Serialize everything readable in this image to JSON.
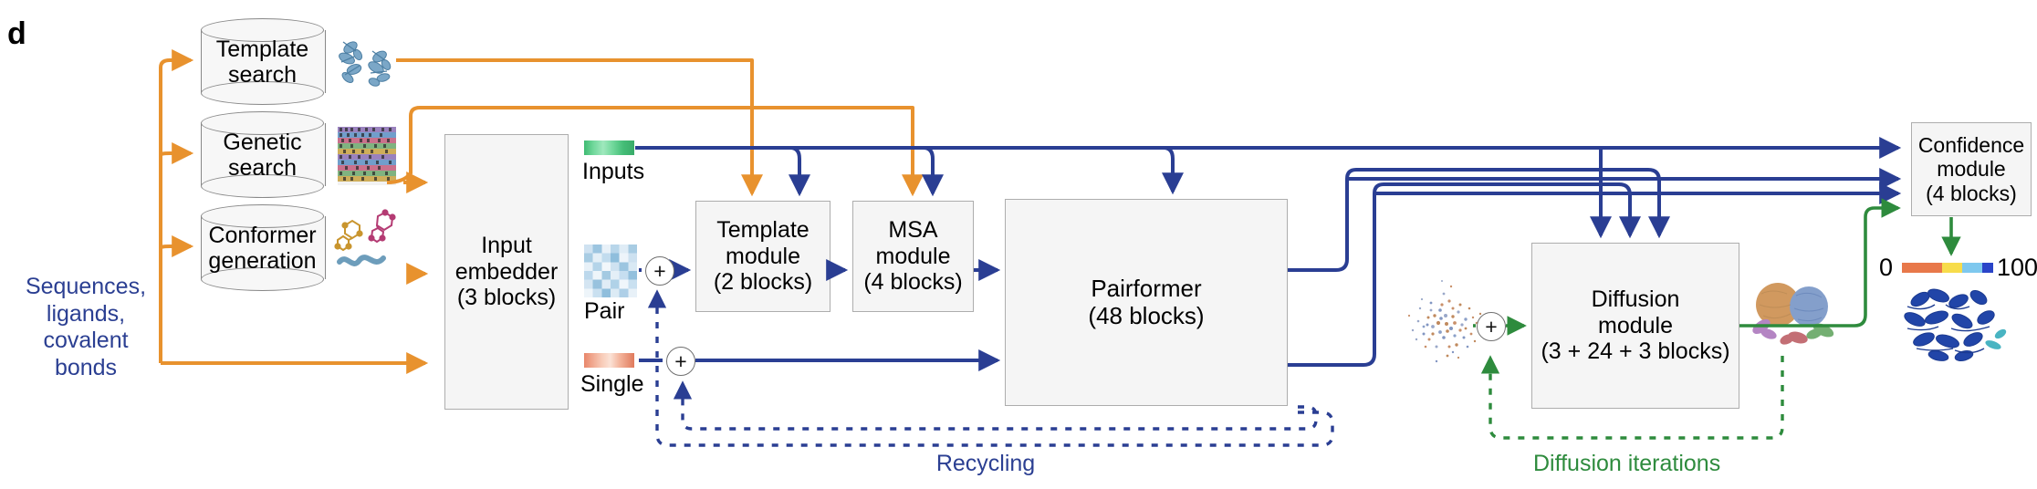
{
  "figure": {
    "panel_letter": "d",
    "type": "architecture-diagram",
    "title": "AlphaFold 3 model architecture"
  },
  "colors": {
    "orange": "#E8922E",
    "blue": "#2A3E93",
    "green": "#2E8B3D",
    "box_fill": "#F5F5F5",
    "box_border": "#ADADAD",
    "cyl_border": "#888888",
    "text": "#000000"
  },
  "inputs_label": {
    "text": "Sequences,\nligands,\ncovalent\nbonds",
    "lines": [
      "Sequences,",
      "ligands,",
      "covalent",
      "bonds"
    ],
    "color": "#2A3E93"
  },
  "databases": [
    {
      "id": "template-search",
      "lines": [
        "Template",
        "search"
      ],
      "thumb": "protein-template-icon"
    },
    {
      "id": "genetic-search",
      "lines": [
        "Genetic",
        "search"
      ],
      "thumb": "msa-alignment-icon"
    },
    {
      "id": "conformer-generation",
      "lines": [
        "Conformer",
        "generation"
      ],
      "thumb": "ligand-conformer-icon"
    }
  ],
  "modules": [
    {
      "id": "input-embedder",
      "title": "Input embedder",
      "lines": [
        "Input",
        "embedder",
        "(3 blocks)"
      ],
      "blocks": "3 blocks"
    },
    {
      "id": "template-module",
      "title": "Template module",
      "lines": [
        "Template",
        "module",
        "(2 blocks)"
      ],
      "blocks": "2 blocks"
    },
    {
      "id": "msa-module",
      "title": "MSA module",
      "lines": [
        "MSA",
        "module",
        "(4 blocks)"
      ],
      "blocks": "4 blocks"
    },
    {
      "id": "pairformer",
      "title": "Pairformer",
      "lines": [
        "Pairformer",
        "(48 blocks)"
      ],
      "blocks": "48 blocks"
    },
    {
      "id": "diffusion-module",
      "title": "Diffusion module",
      "lines": [
        "Diffusion",
        "module",
        "(3 + 24 + 3 blocks)"
      ],
      "blocks": "3 + 24 + 3 blocks"
    },
    {
      "id": "confidence-module",
      "title": "Confidence module",
      "lines": [
        "Confidence",
        "module",
        "(4 blocks)"
      ],
      "blocks": "4 blocks"
    }
  ],
  "representations": [
    {
      "id": "inputs",
      "label": "Inputs",
      "swatch": "green-gradient-strip"
    },
    {
      "id": "pair",
      "label": "Pair",
      "swatch": "blue-pair-matrix"
    },
    {
      "id": "single",
      "label": "Single",
      "swatch": "orange-gradient-strip"
    }
  ],
  "loops": [
    {
      "id": "recycling",
      "label": "Recycling",
      "color": "#2A3E93",
      "style": "dashed"
    },
    {
      "id": "diffusion-iterations",
      "label": "Diffusion iterations",
      "color": "#2E8B3D",
      "style": "dashed"
    }
  ],
  "confidence_scale": {
    "min_label": "0",
    "max_label": "100",
    "stops": [
      "#E8784A",
      "#F7DC4B",
      "#7EC8EE",
      "#2A44C8"
    ]
  },
  "thumbnails": [
    {
      "id": "noise-cloud",
      "name": "random-atom-cloud-icon"
    },
    {
      "id": "predicted-complex",
      "name": "predicted-structure-icon"
    },
    {
      "id": "confidence-structure",
      "name": "confidence-colored-structure-icon"
    }
  ]
}
